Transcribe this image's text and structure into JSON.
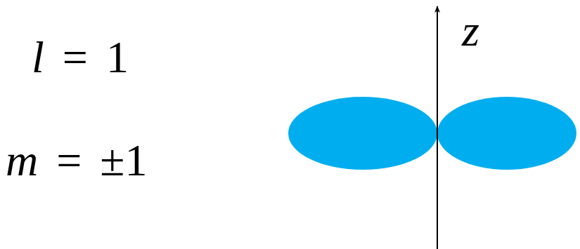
{
  "diagram": {
    "labels": [
      "l = 1",
      "m = ±1",
      "z"
    ]
  }
}
